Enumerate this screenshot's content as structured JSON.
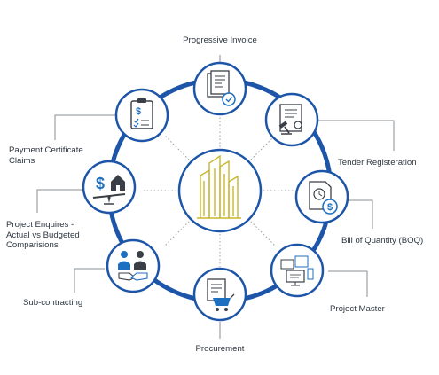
{
  "diagram": {
    "colors": {
      "ring": "#1d55a8",
      "node_border": "#1d55a8",
      "node_fill": "#ffffff",
      "connector": "#8a8f96",
      "spoke": "#9aa0a6",
      "building": "#c8b62e",
      "icon_dark": "#3a3f47",
      "icon_blue": "#1d6fc2",
      "text": "#2d3540"
    },
    "center": {
      "icon": "building-icon"
    },
    "nodes": [
      {
        "id": "progressive-invoice",
        "label": "Progressive Invoice",
        "icon": "invoice-icon"
      },
      {
        "id": "tender-registeration",
        "label": "Tender Registeration",
        "icon": "tender-document-icon"
      },
      {
        "id": "bill-of-quantity",
        "label": "Bill of Quantity (BOQ)",
        "icon": "bill-dollar-icon"
      },
      {
        "id": "project-master",
        "label": "Project Master",
        "icon": "project-master-icon"
      },
      {
        "id": "procurement",
        "label": "Procurement",
        "icon": "cart-icon"
      },
      {
        "id": "sub-contracting",
        "label": "Sub-contracting",
        "icon": "handshake-icon"
      },
      {
        "id": "project-enquires",
        "label": "Project Enquires - Actual vs Budgeted Comparisions",
        "label_lines": [
          "Project Enquires -",
          "Actual vs Budgeted",
          "Comparisions"
        ],
        "icon": "balance-house-icon"
      },
      {
        "id": "payment-certificate",
        "label": "Payment Certificate Claims",
        "label_lines": [
          "Payment Certificate",
          "Claims"
        ],
        "icon": "clipboard-dollar-icon"
      }
    ]
  }
}
